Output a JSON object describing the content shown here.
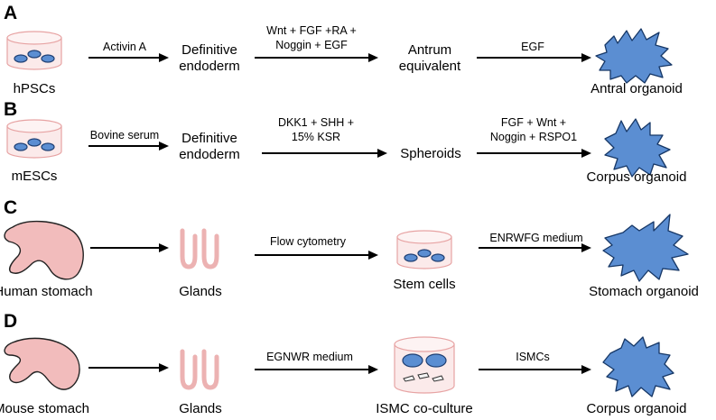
{
  "panels": {
    "A": {
      "letter": "A",
      "start_label": "hPSCs",
      "step1_label": "Activin A",
      "node2": [
        "Definitive",
        "endoderm"
      ],
      "step2_label": [
        "Wnt + FGF +RA +",
        "Noggin + EGF"
      ],
      "node3": [
        "Antrum",
        "equivalent"
      ],
      "step3_label": "EGF",
      "end_label": "Antral organoid"
    },
    "B": {
      "letter": "B",
      "start_label": "mESCs",
      "step1_label": "Bovine serum",
      "node2": [
        "Definitive",
        "endoderm"
      ],
      "step2_label": [
        "DKK1 + SHH +",
        "15% KSR"
      ],
      "node3": "Spheroids",
      "step3_label": [
        "FGF + Wnt +",
        "Noggin + RSPO1"
      ],
      "end_label": "Corpus organoid"
    },
    "C": {
      "letter": "C",
      "start_label": "Human stomach",
      "node2": "Glands",
      "step2_label": "Flow cytometry",
      "node3": "Stem cells",
      "step3_label": "ENRWFG medium",
      "end_label": "Stomach organoid"
    },
    "D": {
      "letter": "D",
      "start_label": "Mouse stomach",
      "node2": "Glands",
      "step2_label": "EGNWR medium",
      "node3": "ISMC co-culture",
      "step3_label": "ISMCs",
      "end_label": "Corpus organoid"
    }
  },
  "colors": {
    "cell_blue": "#5b8ed2",
    "dish_pink": "#e7a3a3",
    "tissue_pink": "#f2bcbc"
  }
}
